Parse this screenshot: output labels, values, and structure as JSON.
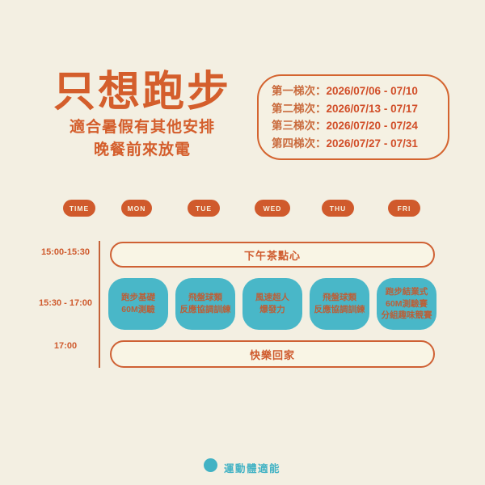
{
  "page": {
    "background": "#f3efe2",
    "accent_orange": "#d05a2c",
    "accent_teal": "#49b7c8"
  },
  "header": {
    "title": "只想跑步",
    "subtitle_line1": "適合暑假有其他安排",
    "subtitle_line2": "晚餐前來放電"
  },
  "sessions": {
    "items": [
      {
        "label": "第一梯次：",
        "dates": "2026/07/06 - 07/10"
      },
      {
        "label": "第二梯次：",
        "dates": "2026/07/13 - 07/17"
      },
      {
        "label": "第三梯次：",
        "dates": "2026/07/20 - 07/24"
      },
      {
        "label": "第四梯次：",
        "dates": "2026/07/27 - 07/31"
      }
    ]
  },
  "schedule": {
    "day_headers": [
      "TIME",
      "MON",
      "TUE",
      "WED",
      "THU",
      "FRI"
    ],
    "times": [
      "15:00-15:30",
      "15:30 - 17:00",
      "17:00"
    ],
    "snack_row_label": "下午茶點心",
    "home_row_label": "快樂回家",
    "activities": [
      {
        "lines": [
          "跑步基礎",
          "60M測驗"
        ]
      },
      {
        "lines": [
          "飛盤球類",
          "反應協調訓練"
        ]
      },
      {
        "lines": [
          "風速超人",
          "爆發力"
        ]
      },
      {
        "lines": [
          "飛盤球類",
          "反應協調訓練"
        ]
      },
      {
        "lines": [
          "跑步結業式",
          "60M測驗賽",
          "分組趣味競賽"
        ]
      }
    ]
  },
  "footer": {
    "brand": "運動體適能"
  }
}
